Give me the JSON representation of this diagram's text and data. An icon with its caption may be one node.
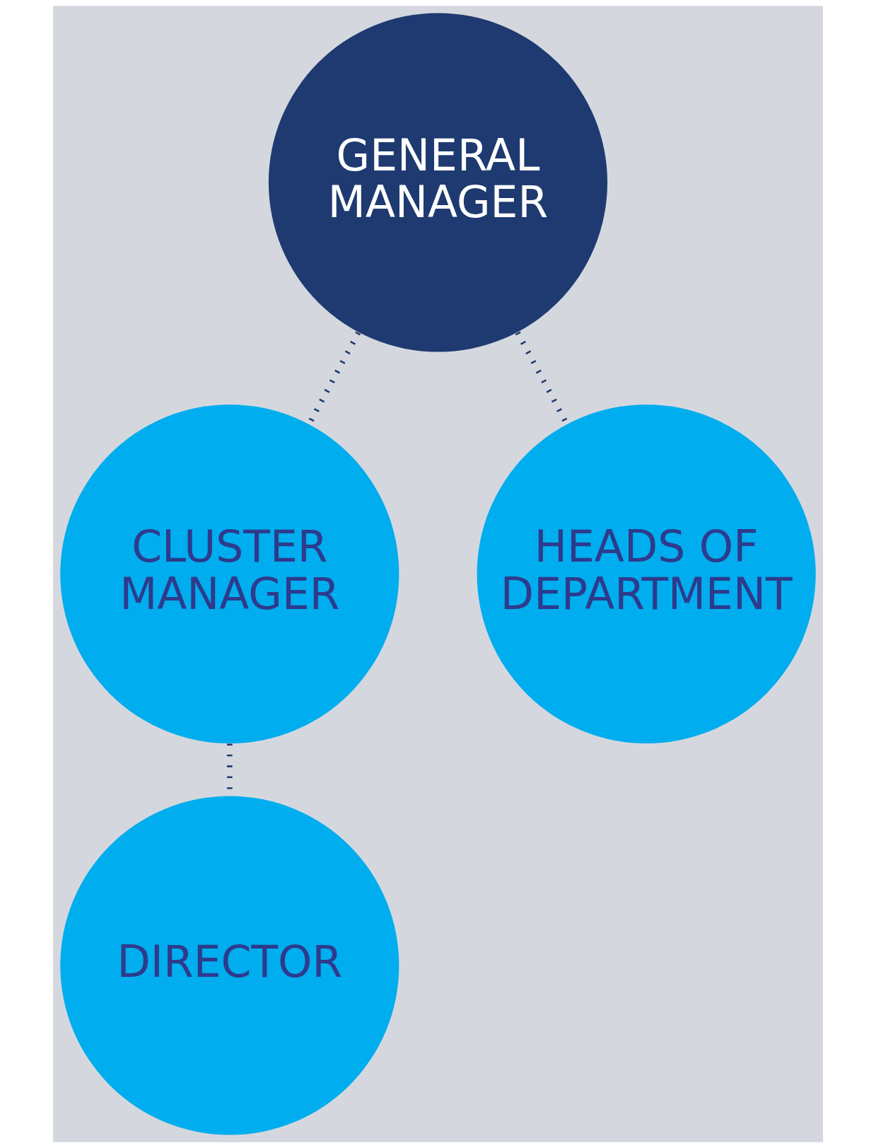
{
  "diagram": {
    "nodes": [
      {
        "text": [
          "DIRECTOR"
        ]
      },
      {
        "text": [
          "CLUSTER MANAGER"
        ]
      },
      {
        "text": [
          "GENERAL MANAGER"
        ]
      },
      {
        "text": [
          "HEADS OF DEPARTMENT"
        ]
      }
    ],
    "edges": [
      {
        "from": 1,
        "to": 0,
        "arrow": "none",
        "style": "dashed"
      },
      {
        "from": 2,
        "to": 1,
        "arrow": "none",
        "style": "dashed"
      },
      {
        "from": 2,
        "to": 3,
        "arrow": "none",
        "style": "dashed"
      }
    ]
  }
}
